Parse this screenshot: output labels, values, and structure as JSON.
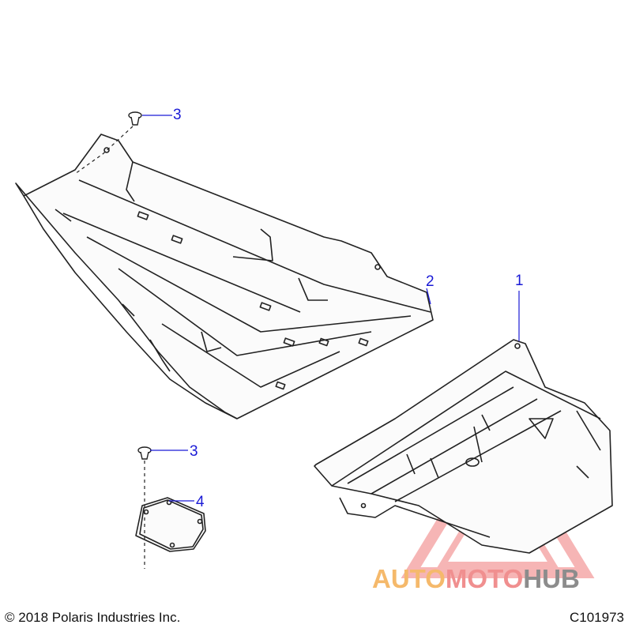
{
  "callouts": {
    "c1": "1",
    "c2": "2",
    "c3a": "3",
    "c3b": "3",
    "c4": "4"
  },
  "footer": {
    "copyright": "© 2018 Polaris Industries Inc.",
    "code": "C101973"
  },
  "watermark": {
    "part1": "AUTO",
    "part2": "MOTO",
    "part3": "HUB"
  },
  "colors": {
    "callout": "#1a1ad6",
    "line": "#222222",
    "watermark_triangle": "#f07a7a"
  }
}
